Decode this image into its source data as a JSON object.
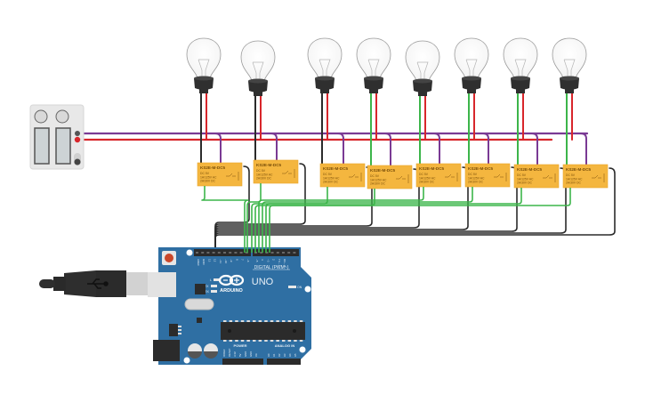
{
  "app": "Circuit simulator canvas",
  "colors": {
    "background": "#ffffff",
    "board": "#2f6fa3",
    "board_dark": "#245a87",
    "relay": "#f4b63f",
    "relay_text": "#7a4f0a",
    "wire_red": "#d8262b",
    "wire_purple": "#7a3a94",
    "wire_green": "#3cb54a",
    "wire_black": "#2b2b2b",
    "bulb_base": "#2f2f2f",
    "power_panel": "#e6e6e6"
  },
  "power_supply": {
    "name": "dual power supply",
    "icon": "power-supply-icon"
  },
  "usb": {
    "name": "USB cable",
    "icon": "usb-icon"
  },
  "bulbs": [
    {
      "id": 1,
      "icon": "light-bulb-icon"
    },
    {
      "id": 2,
      "icon": "light-bulb-icon"
    },
    {
      "id": 3,
      "icon": "light-bulb-icon"
    },
    {
      "id": 4,
      "icon": "light-bulb-icon"
    },
    {
      "id": 5,
      "icon": "light-bulb-icon"
    },
    {
      "id": 6,
      "icon": "light-bulb-icon"
    },
    {
      "id": 7,
      "icon": "light-bulb-icon"
    },
    {
      "id": 8,
      "icon": "light-bulb-icon"
    }
  ],
  "relays": [
    {
      "title": "KS2E-M-DC5",
      "line1": "DC 5V",
      "line2": "1A/125V AC",
      "line3": "2A/30V DC"
    },
    {
      "title": "KS2E-M-DC5",
      "line1": "DC 5V",
      "line2": "1A/125V AC",
      "line3": "2A/30V DC"
    },
    {
      "title": "KS2E-M-DC5",
      "line1": "DC 5V",
      "line2": "1A/125V AC",
      "line3": "2A/30V DC"
    },
    {
      "title": "KS2E-M-DC5",
      "line1": "DC 5V",
      "line2": "1A/125V AC",
      "line3": "2A/30V DC"
    },
    {
      "title": "KS2E-M-DC5",
      "line1": "DC 5V",
      "line2": "1A/125V AC",
      "line3": "2A/30V DC"
    },
    {
      "title": "KS2E-M-DC5",
      "line1": "DC 5V",
      "line2": "1A/125V AC",
      "line3": "2A/30V DC"
    },
    {
      "title": "KS2E-M-DC5",
      "line1": "DC 5V",
      "line2": "1A/125V AC",
      "line3": "2A/30V DC"
    },
    {
      "title": "KS2E-M-DC5",
      "line1": "DC 5V",
      "line2": "1A/125V AC",
      "line3": "2A/30V DC"
    }
  ],
  "arduino": {
    "brand": "ARDUINO",
    "model": "UNO",
    "digital_label": "DIGITAL (PWM~)",
    "power_label": "POWER",
    "analog_label": "ANALOG IN",
    "on_label": "ON",
    "led_l": "L",
    "led_tx": "TX",
    "led_rx": "RX",
    "digital_pins": [
      "AREF",
      "GND",
      "13",
      "12",
      "~11",
      "~10",
      "~9",
      "8",
      "7",
      "~6",
      "~5",
      "4",
      "~3",
      "2",
      "TX→1",
      "RX←0"
    ],
    "power_pins": [
      "IOREF",
      "RESET",
      "3.3V",
      "5V",
      "GND",
      "GND",
      "Vin"
    ],
    "analog_pins": [
      "A0",
      "A1",
      "A2",
      "A3",
      "A4",
      "A5"
    ]
  }
}
